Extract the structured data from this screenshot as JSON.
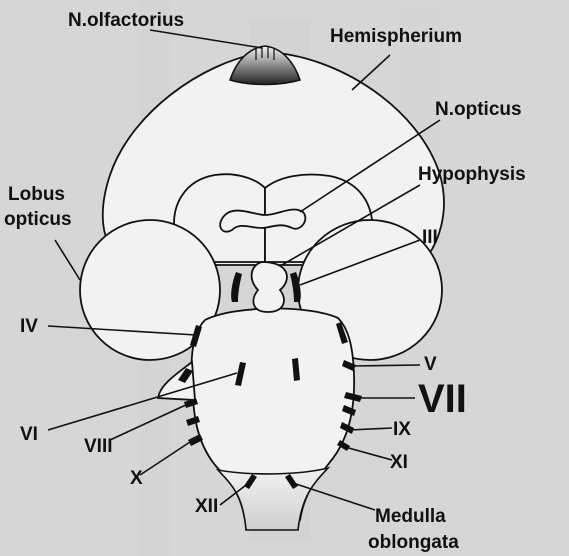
{
  "diagram": {
    "labels": {
      "n_olfactorius": "N.olfactorius",
      "hemispherium": "Hemispherium",
      "n_opticus": "N.opticus",
      "hypophysis": "Hypophysis",
      "lobus_opticus_line1": "Lobus",
      "lobus_opticus_line2": "opticus",
      "nerve_iii": "III",
      "nerve_iv": "IV",
      "nerve_v": "V",
      "nerve_vi": "VI",
      "nerve_vii": "VII",
      "nerve_viii": "VIII",
      "nerve_ix": "IX",
      "nerve_x": "X",
      "nerve_xi": "XI",
      "nerve_xii": "XII",
      "medulla_line1": "Medulla",
      "medulla_line2": "oblongata"
    },
    "colors": {
      "ink": "#111111",
      "background": "#d9d9d9",
      "structure_fill": "#f2f2f2"
    }
  }
}
